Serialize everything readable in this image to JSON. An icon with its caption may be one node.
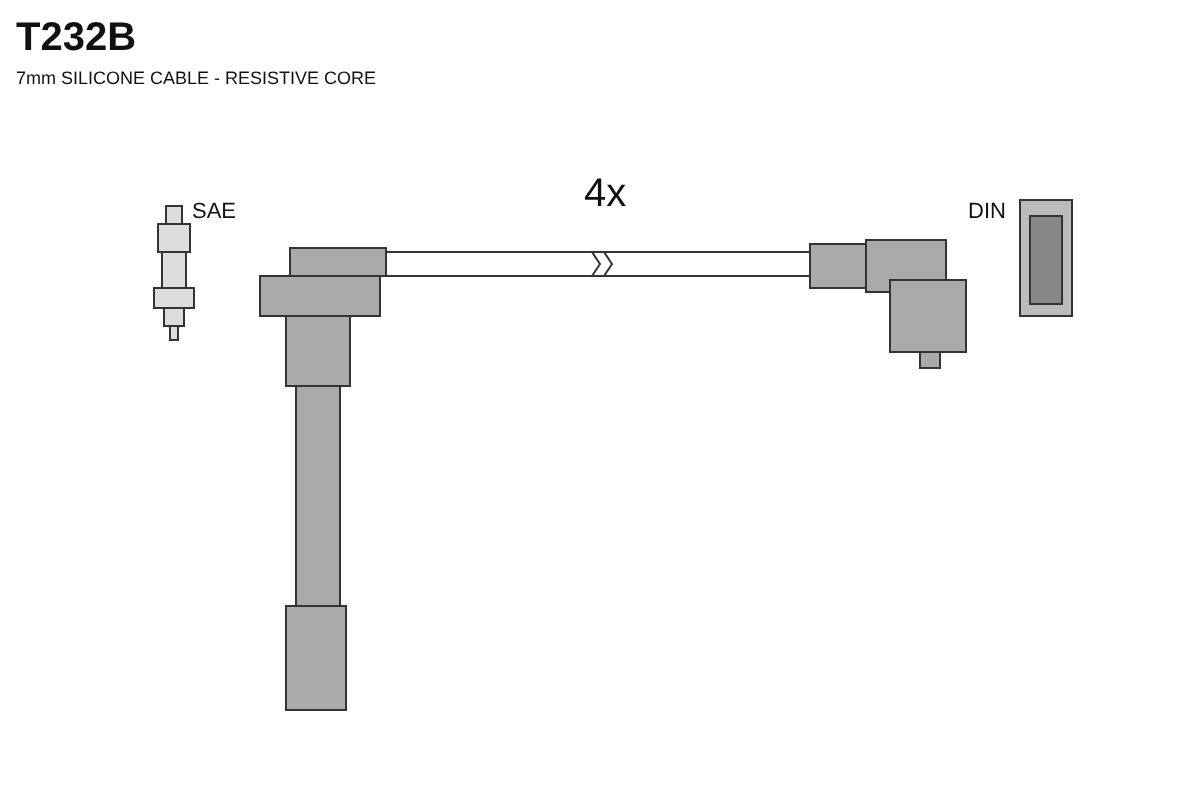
{
  "diagram": {
    "title": "T232B",
    "labels": [
      "7mm SILICONE CABLE - RESISTIVE CORE",
      "SAE",
      "4x",
      "DIN"
    ]
  }
}
